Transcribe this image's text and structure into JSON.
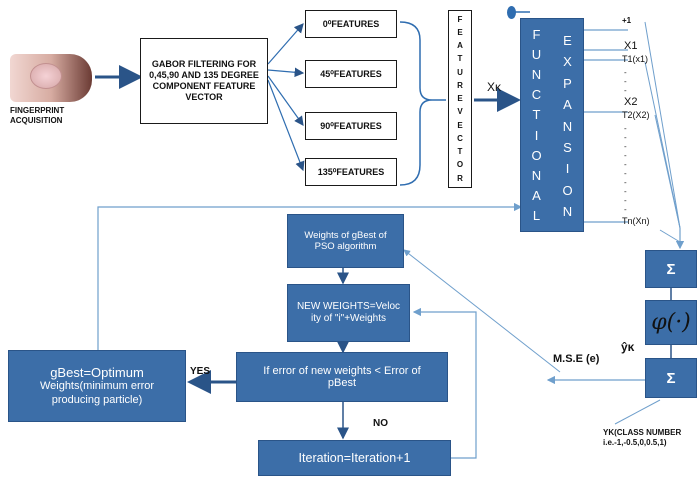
{
  "acquisition": {
    "label": "FINGERPRINT ACQUISITION"
  },
  "gabor": {
    "text": "GABOR FILTERING FOR 0,45,90 AND 135 DEGREE COMPONENT FEATURE VECTOR"
  },
  "features": [
    "0⁰FEATURES",
    "45⁰FEATURES",
    "90⁰FEATURES",
    "135⁰FEATURES"
  ],
  "feature_vector": {
    "letters": [
      "F",
      "E",
      "A",
      "T",
      "U",
      "R",
      "E",
      "V",
      "E",
      "C",
      "T",
      "O",
      "R"
    ]
  },
  "xk_label": "Xĸ",
  "functional": {
    "left_letters": [
      "F",
      "U",
      "N",
      "C",
      "T",
      "I",
      "O",
      "N",
      "A",
      "L"
    ],
    "right_letters": [
      "E",
      "X",
      "P",
      "A",
      "N",
      "S",
      "I",
      "O",
      "N"
    ]
  },
  "expansion_outputs": {
    "plus_one": "+1",
    "x1": "X1",
    "t1": "T1(x1)",
    "x2": "X2",
    "t2": "T2(X2)",
    "tn": "Tn(Xn)"
  },
  "right_column": {
    "sum1": "Σ",
    "phi": "φ(·)",
    "sum2": "Σ",
    "yk_hat": "ŷĸ",
    "mse": "M.S.E (e)",
    "target": "YK(CLASS NUMBER i.e.-1,-0.5,0,0.5,1)"
  },
  "pso": {
    "gbest_weights": "Weights of gBest of PSO algorithm",
    "new_weights": "NEW WEIGHTS=Veloc ity of \"i\"+Weights",
    "condition": "If error of new weights < Error of  pBest",
    "iteration": "Iteration=Iteration+1",
    "optimum": "gBest=Optimum",
    "optimum_sub": "Weights(minimum error producing particle)",
    "yes": "YES",
    "no": "NO"
  }
}
